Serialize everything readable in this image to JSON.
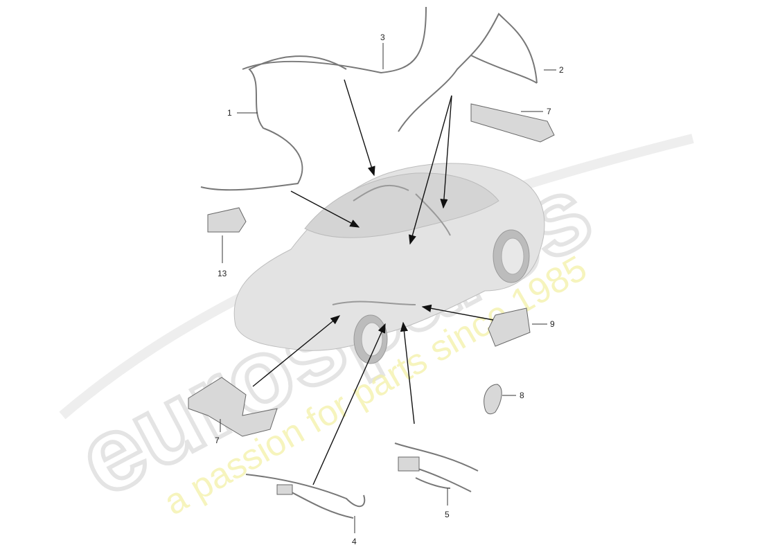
{
  "watermark": {
    "brand": "eurospares",
    "tagline": "a passion for parts since 1985"
  },
  "callouts": [
    {
      "id": "1",
      "label": "1"
    },
    {
      "id": "2",
      "label": "2"
    },
    {
      "id": "3",
      "label": "3"
    },
    {
      "id": "7a",
      "label": "7"
    },
    {
      "id": "13",
      "label": "13"
    },
    {
      "id": "9",
      "label": "9"
    },
    {
      "id": "8",
      "label": "8"
    },
    {
      "id": "7b",
      "label": "7"
    },
    {
      "id": "5",
      "label": "5"
    },
    {
      "id": "4",
      "label": "4"
    }
  ]
}
